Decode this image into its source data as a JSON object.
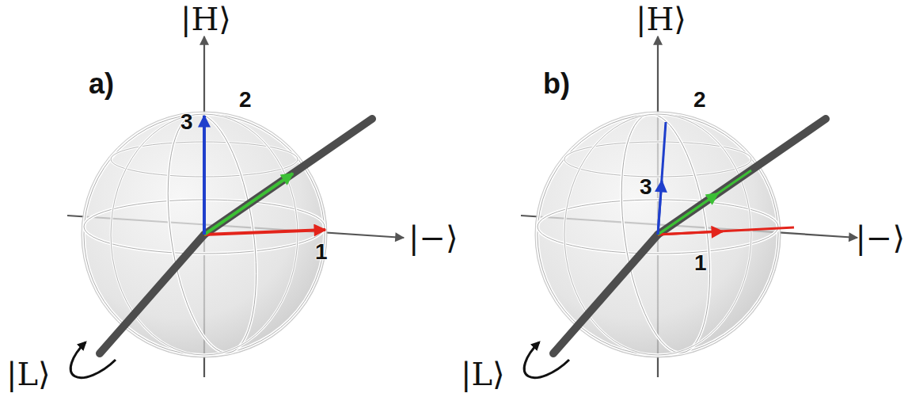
{
  "diagram": {
    "labels": [
      "a)",
      "|H⟩",
      "3",
      "2",
      "1",
      "|−⟩",
      "|L⟩",
      "b)",
      "|H⟩",
      "3",
      "2",
      "1",
      "|−⟩",
      "|L⟩"
    ]
  }
}
